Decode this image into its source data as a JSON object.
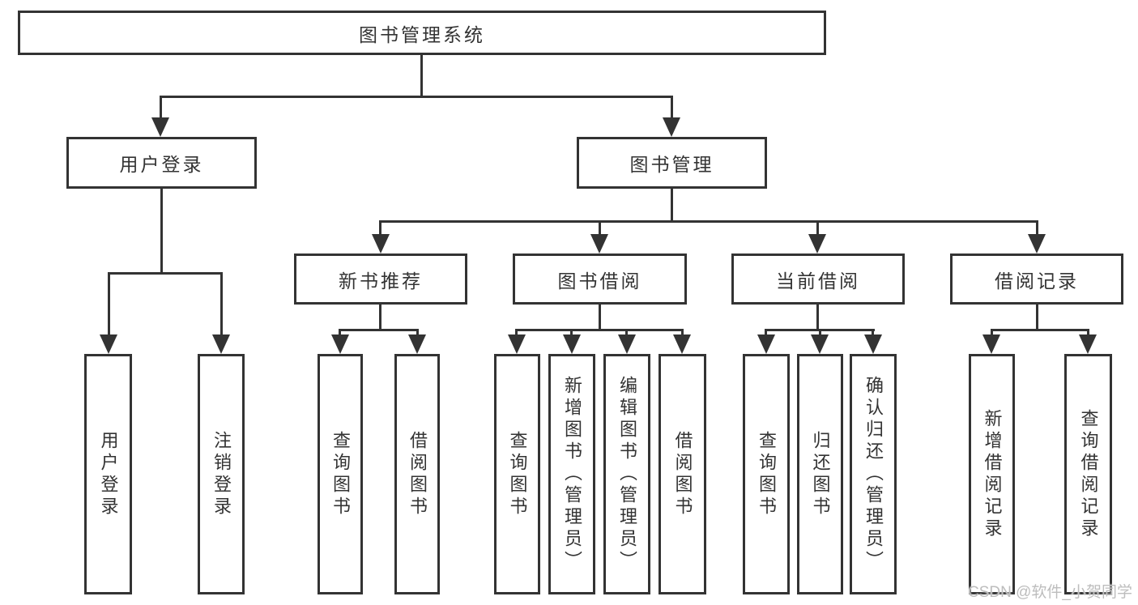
{
  "diagram": {
    "type": "hierarchy-tree",
    "root": {
      "label": "图书管理系统"
    },
    "branches": [
      {
        "label": "用户登录",
        "children": [
          {
            "label": "用户登录"
          },
          {
            "label": "注销登录"
          }
        ]
      },
      {
        "label": "图书管理",
        "children": [
          {
            "label": "新书推荐",
            "children": [
              {
                "label": "查询图书"
              },
              {
                "label": "借阅图书"
              }
            ]
          },
          {
            "label": "图书借阅",
            "children": [
              {
                "label": "查询图书"
              },
              {
                "label": "新增图书（管理员）"
              },
              {
                "label": "编辑图书（管理员）"
              },
              {
                "label": "借阅图书"
              }
            ]
          },
          {
            "label": "当前借阅",
            "children": [
              {
                "label": "查询图书"
              },
              {
                "label": "归还图书"
              },
              {
                "label": "确认归还（管理员）"
              }
            ]
          },
          {
            "label": "借阅记录",
            "children": [
              {
                "label": "新增借阅记录"
              },
              {
                "label": "查询借阅记录"
              }
            ]
          }
        ]
      }
    ],
    "watermark": "CSDN @软件_小贺同学"
  },
  "colors": {
    "line": "#333333",
    "text": "#333333",
    "box_background": "#ffffff",
    "page_background": "#ffffff",
    "watermark": "#bdbdbd"
  }
}
